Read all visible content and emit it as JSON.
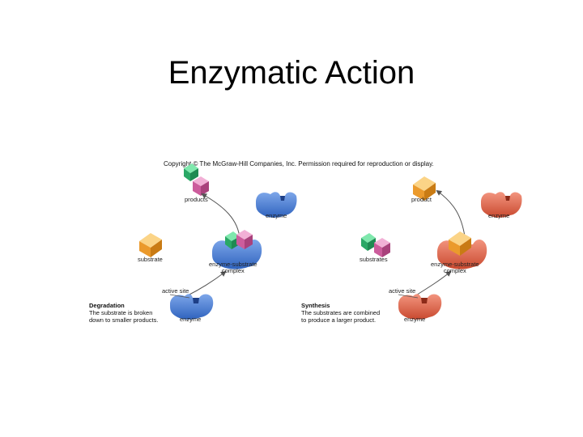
{
  "title": "Enzymatic Action",
  "copyright": "Copyright © The McGraw-Hill Companies, Inc. Permission required for reproduction or display.",
  "colors": {
    "enzyme_blue": "#4a7fd4",
    "enzyme_red": "#e0644f",
    "substrate_orange": "#f0a23a",
    "product_green": "#3cb878",
    "product_pink": "#d86aa8",
    "arrow": "#555555"
  },
  "degradation": {
    "products_label": "products",
    "enzyme_top_label": "enzyme",
    "substrate_label": "substrate",
    "complex_label_line1": "enzyme-substrate",
    "complex_label_line2": "complex",
    "active_site_label": "active site",
    "enzyme_bottom_label": "enzyme",
    "caption_head": "Degradation",
    "caption_line1": "The substrate is broken",
    "caption_line2": "down to smaller products."
  },
  "synthesis": {
    "product_label": "product",
    "enzyme_top_label": "enzyme",
    "substrate_label": "substrates",
    "complex_label_line1": "enzyme-substrate",
    "complex_label_line2": "complex",
    "active_site_label": "active site",
    "enzyme_bottom_label": "enzyme",
    "caption_head": "Synthesis",
    "caption_line1": "The substrates are combined",
    "caption_line2": "to produce a larger product."
  }
}
